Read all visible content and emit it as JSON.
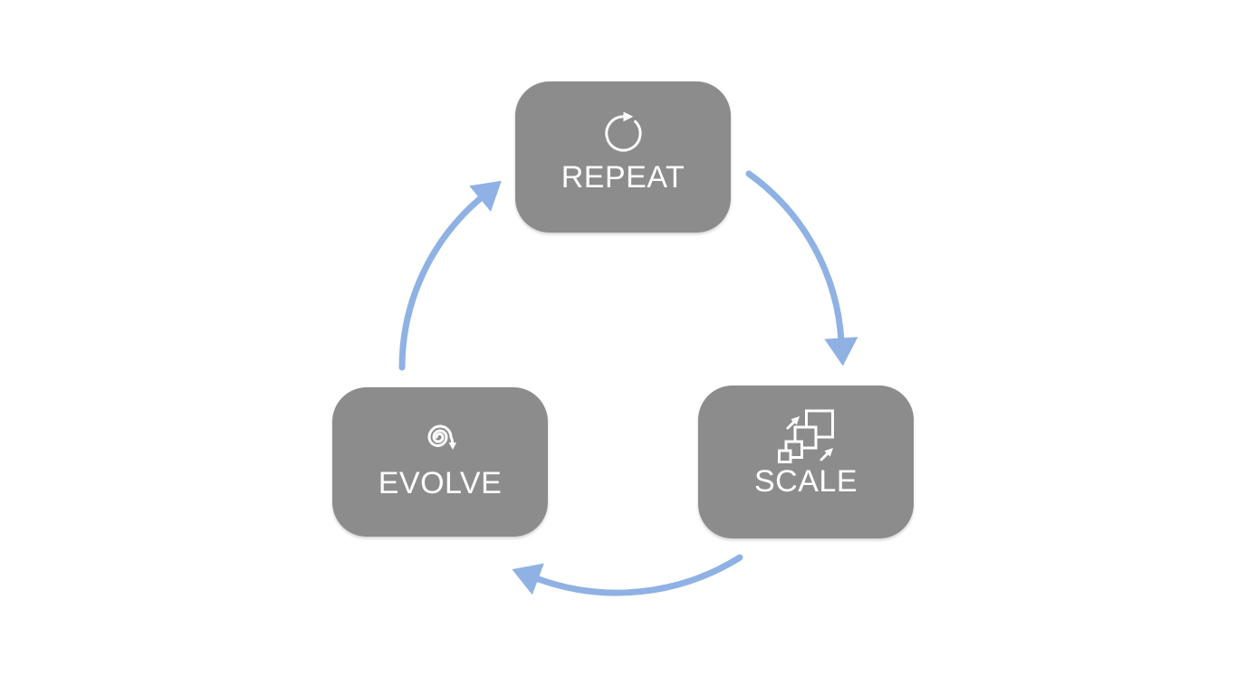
{
  "diagram": {
    "type": "cycle",
    "colors": {
      "node_fill": "#8B8C8B",
      "icon_stroke": "#FFFFFF",
      "label_color": "#FFFFFF",
      "arrow_color": "#8FB1E4",
      "background": "#FFFFFF"
    },
    "nodes": [
      {
        "id": "repeat",
        "label": "REPEAT",
        "icon": "repeat-icon"
      },
      {
        "id": "scale",
        "label": "SCALE",
        "icon": "scale-icon"
      },
      {
        "id": "evolve",
        "label": "EVOLVE",
        "icon": "evolve-icon"
      }
    ],
    "edges": [
      {
        "from": "REPEAT",
        "to": "SCALE"
      },
      {
        "from": "SCALE",
        "to": "EVOLVE"
      },
      {
        "from": "EVOLVE",
        "to": "REPEAT"
      }
    ]
  }
}
